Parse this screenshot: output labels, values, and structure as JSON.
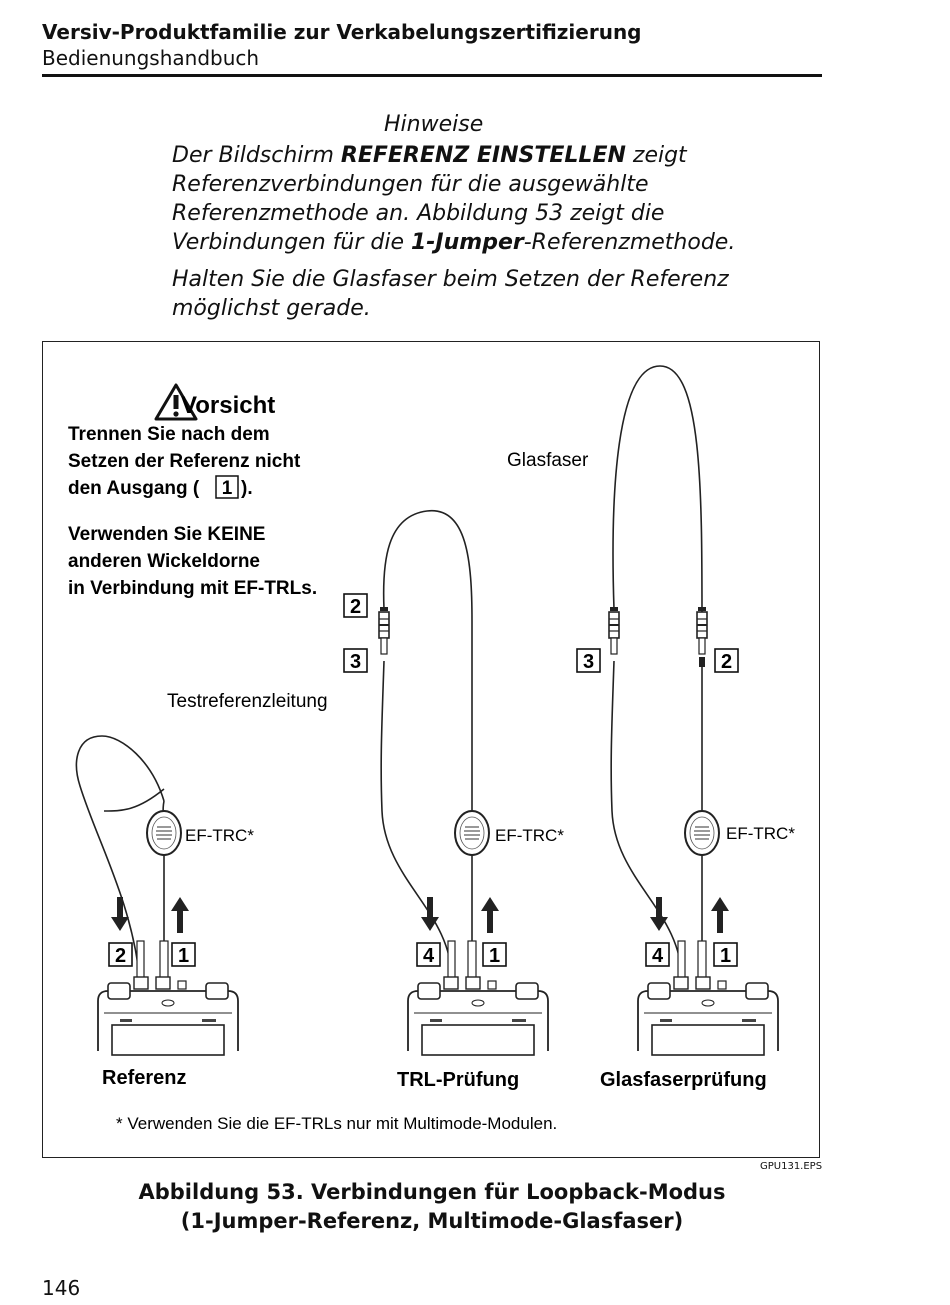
{
  "header": {
    "title": "Versiv-Produktfamilie zur Verkabelungszertifizierung",
    "subtitle": "Bedienungshandbuch"
  },
  "notes": {
    "heading": "Hinweise",
    "p1_a": "Der Bildschirm ",
    "p1_b": "REFERENZ EINSTELLEN",
    "p1_c": " zeigt Referenzverbindungen für die ausgewählte Referenzmethode an. Abbildung 53 zeigt die Verbindungen für die ",
    "p1_d": "1-Jumper",
    "p1_e": "-Referenzmethode.",
    "p2": "Halten Sie die Glasfaser beim Setzen der Referenz möglichst gerade."
  },
  "figure": {
    "caution_title": "Vorsicht",
    "caution_line1": "Trennen Sie nach dem",
    "caution_line2": "Setzen der Referenz nicht",
    "caution_line3_a": "den Ausgang (",
    "caution_line3_num": "1",
    "caution_line3_b": ").",
    "warn_line1": "Verwenden Sie KEINE",
    "warn_line2": "anderen Wickeldorne",
    "warn_line3": "in Verbindung mit EF-TRLs.",
    "glasfaser_label": "Glasfaser",
    "testref_label": "Testreferenzleitung",
    "eftrc_label": "EF-TRC*",
    "num1": "1",
    "num2": "2",
    "num3": "3",
    "num4": "4",
    "label_referenz": "Referenz",
    "label_trl": "TRL-Prüfung",
    "label_glasfaser": "Glasfaserprüfung",
    "footnote": "* Verwenden Sie die EF-TRLs nur mit Multimode-Modulen."
  },
  "eps_label": "GPU131.EPS",
  "caption": {
    "line1": "Abbildung 53. Verbindungen für Loopback-Modus",
    "line2": "(1-Jumper-Referenz, Multimode-Glasfaser)"
  },
  "page_number": "146"
}
